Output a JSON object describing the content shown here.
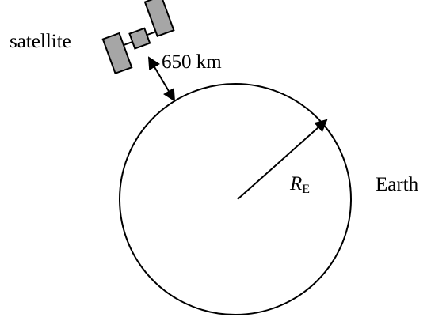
{
  "labels": {
    "satellite": "satellite",
    "altitude": "650 km",
    "radius_symbol": "R",
    "radius_subscript": "E",
    "earth": "Earth"
  },
  "colors": {
    "stroke": "#000000",
    "panel_fill": "#a6a6a6",
    "background": "#ffffff"
  }
}
